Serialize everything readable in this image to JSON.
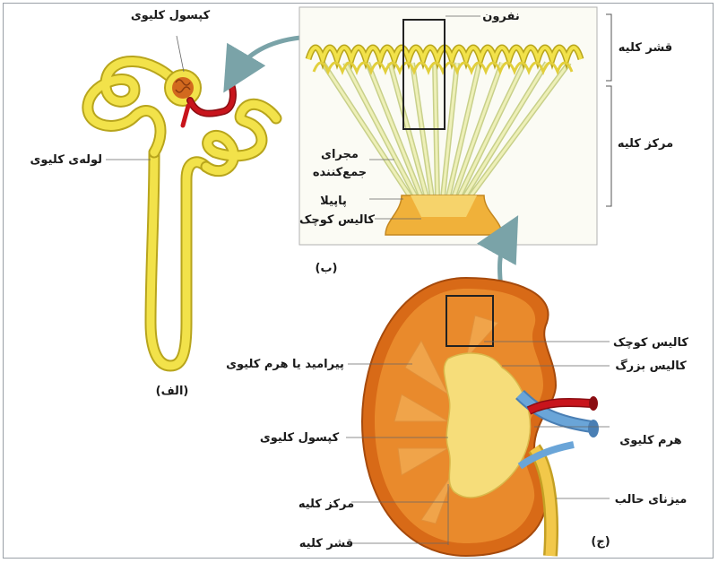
{
  "colors": {
    "tubule": "#f2e24a",
    "tubule_edge": "#b8a51c",
    "kidney_outer": "#d86a17",
    "kidney_cortex": "#e98a2c",
    "pyramid": "#f0a44a",
    "pelvis": "#f6dd7a",
    "artery": "#c8141c",
    "vein": "#6aa5d8"
  },
  "panel_a": {
    "tag": "(الف)",
    "capsule": "کپسول کلیوی",
    "tubule": "لوله‌ی کلیوی"
  },
  "panel_b": {
    "tag": "(ب)",
    "nephron": "نفرون",
    "cortex": "قشر کلیه",
    "medulla": "مرکز کلیه",
    "collecting_1": "مجرای",
    "collecting_2": "جمع‌کننده",
    "papilla": "پاپیلا",
    "minor_calyx": "کالیس کوچک"
  },
  "panel_c": {
    "tag": "(ج)",
    "pyramid": "پیرامید یا هرم کلیوی",
    "capsule": "کپسول کلیوی",
    "medulla": "مرکز کلیه",
    "cortex": "قشر کلیه",
    "minor_calyx": "کالیس کوچک",
    "major_calyx": "کالیس بزرگ",
    "hilum": "هرم کلیوی",
    "ureter": "میزنای حالب"
  }
}
